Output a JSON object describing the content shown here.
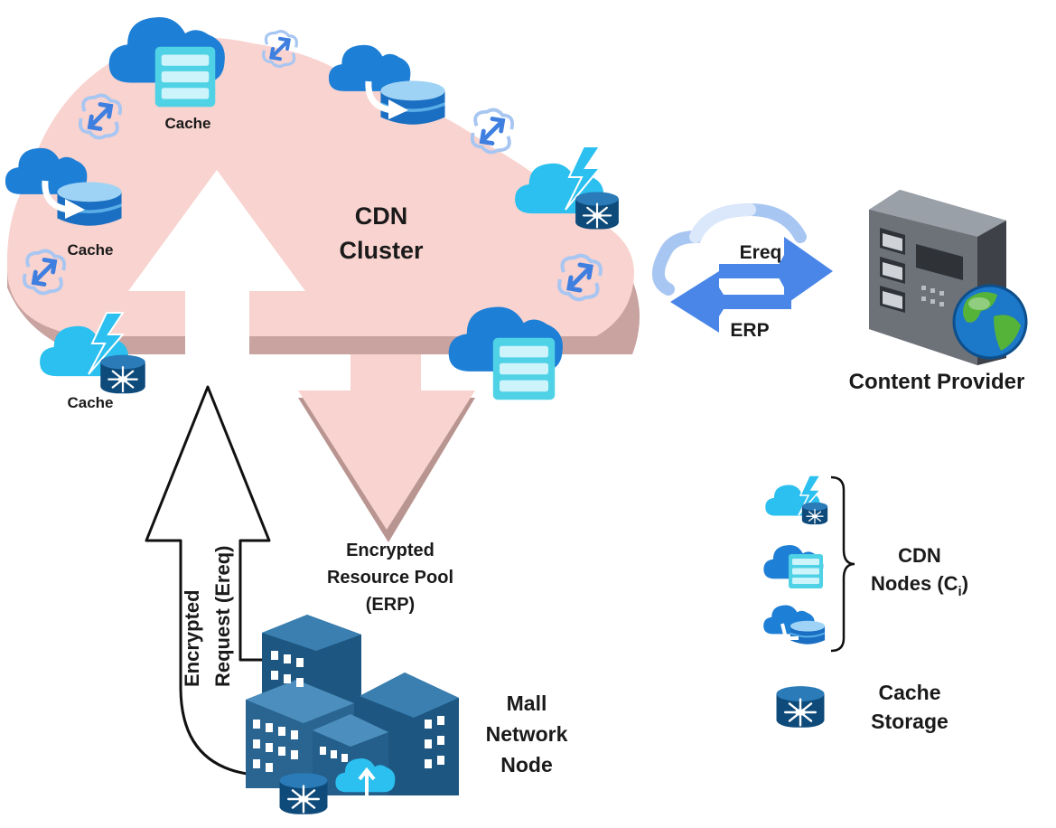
{
  "cluster": {
    "title_line1": "CDN",
    "title_line2": "Cluster",
    "cache_labels": [
      "Cache",
      "Cache",
      "Cache"
    ]
  },
  "flows": {
    "request_line1": "Encrypted",
    "request_line2": "Request (Ereq)",
    "pool_line1": "Encrypted",
    "pool_line2": "Resource Pool",
    "pool_line3": "(ERP)",
    "link_ereq": "Ereq",
    "link_erp": "ERP"
  },
  "provider": {
    "label": "Content Provider"
  },
  "mall": {
    "line1": "Mall",
    "line2": "Network",
    "line3": "Node"
  },
  "legend": {
    "cdn_nodes_line1": "CDN",
    "cdn_nodes_line2": "Nodes (C",
    "cdn_nodes_sub": "i",
    "cdn_nodes_close": ")",
    "cache_storage_line1": "Cache",
    "cache_storage_line2": "Storage"
  },
  "colors": {
    "cluster_fill": "#f8d3cf",
    "cluster_side": "#c8a3a0",
    "cloud_blue": "#1e7fd6",
    "cloud_light": "#2bc0ef",
    "server_teal": "#7fe3f0",
    "router_navy": "#0e4a7a",
    "arrow_blue": "#4a86e8",
    "building": "#2a6592"
  }
}
